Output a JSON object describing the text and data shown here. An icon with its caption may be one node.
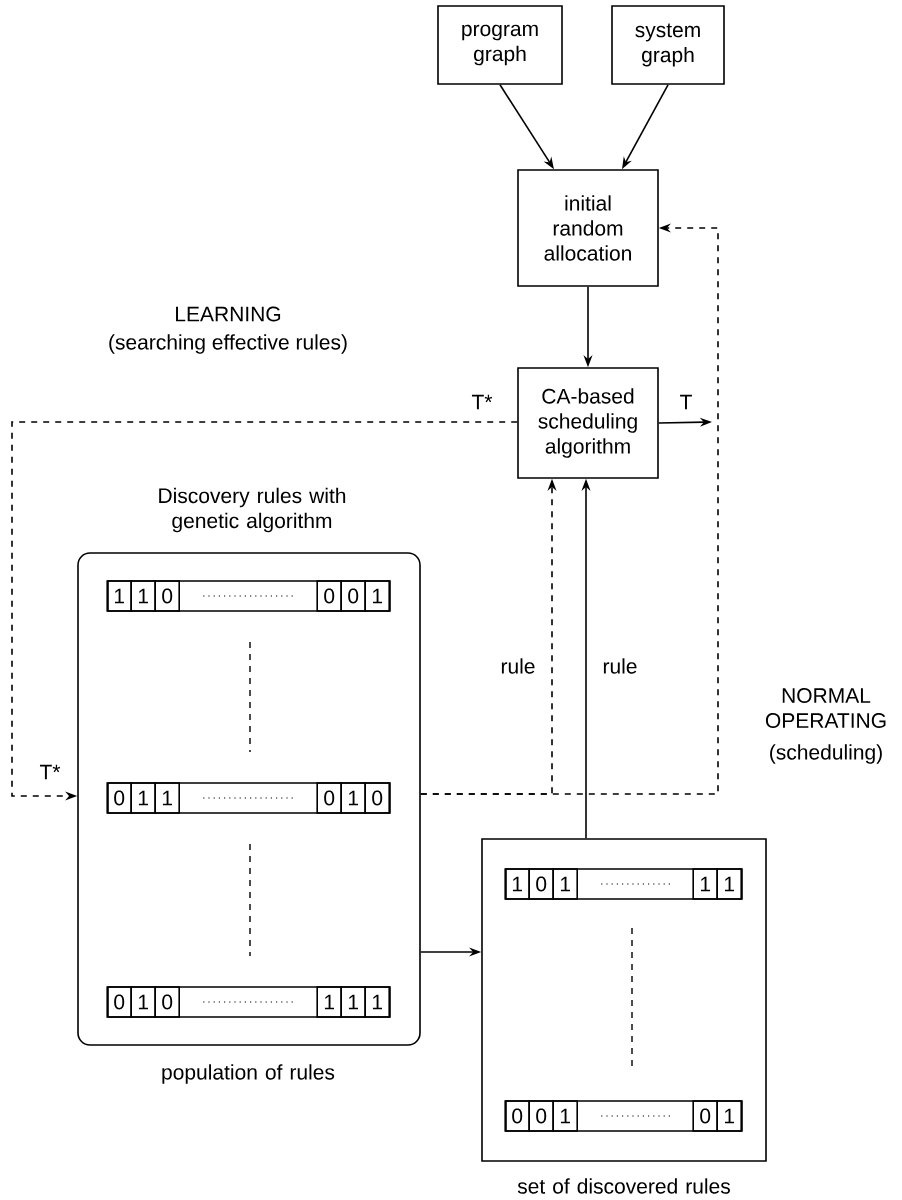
{
  "diagram": {
    "nodes": [
      {
        "text": [
          "program graph"
        ]
      },
      {
        "text": [
          "system graph"
        ]
      },
      {
        "text": [
          "initial random allocation"
        ]
      },
      {
        "text": [
          "CA-based scheduling algorithm"
        ]
      },
      {
        "text": [
          "Discovery rules with genetic algorithm",
          "population of rules"
        ]
      },
      {
        "text": [
          "set of discovered rules"
        ]
      },
      {
        "text": [
          "1",
          "1",
          "0",
          "0",
          "0",
          "1"
        ],
        "in": 4
      },
      {
        "text": [
          "0",
          "1",
          "1",
          "0",
          "1",
          "0"
        ],
        "in": 4
      },
      {
        "text": [
          "0",
          "1",
          "0",
          "1",
          "1",
          "1"
        ],
        "in": 4
      },
      {
        "text": [
          "1",
          "0",
          "1",
          "1",
          "1"
        ],
        "in": 5
      },
      {
        "text": [
          "0",
          "0",
          "1",
          "0",
          "1"
        ],
        "in": 5
      }
    ],
    "edges": [
      {
        "from": 0,
        "to": 2,
        "arrow": "to"
      },
      {
        "from": 1,
        "to": 2,
        "arrow": "to"
      },
      {
        "from": 2,
        "to": 3,
        "arrow": "to"
      },
      {
        "from": 3,
        "to": null,
        "arrow": "to",
        "label": "T"
      },
      {
        "from": 4,
        "to": 2,
        "arrow": "to",
        "style": "dashed"
      },
      {
        "from": 4,
        "to": 3,
        "arrow": "to",
        "style": "dashed",
        "label": "rule"
      },
      {
        "from": 5,
        "to": 3,
        "arrow": "to",
        "label": "rule"
      },
      {
        "from": 4,
        "to": 5,
        "arrow": "to"
      },
      {
        "from": 3,
        "to": 4,
        "arrow": "to",
        "style": "dashed",
        "label": "T*"
      }
    ],
    "labels": [
      "LEARNING",
      "(searching effective rules)",
      "T*",
      "NORMAL OPERATING",
      "(scheduling)"
    ]
  }
}
